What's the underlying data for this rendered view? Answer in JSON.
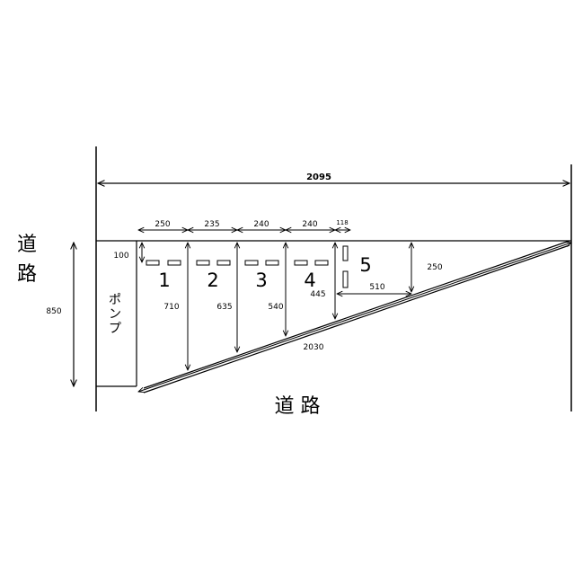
{
  "roads": {
    "left": "道\n路",
    "bottom": "道 路"
  },
  "pump_label": "ポンプ",
  "dimensions": {
    "overall_width": "2095",
    "lot_height": "850",
    "top_offset": "100",
    "diagonal_length": "2030",
    "slot5_offset": "510",
    "slot5_depth": "250",
    "widths": [
      "250",
      "235",
      "240",
      "240",
      "118"
    ],
    "depths": [
      "710",
      "635",
      "540",
      "445"
    ]
  },
  "slots": [
    "1",
    "2",
    "3",
    "4",
    "5"
  ]
}
